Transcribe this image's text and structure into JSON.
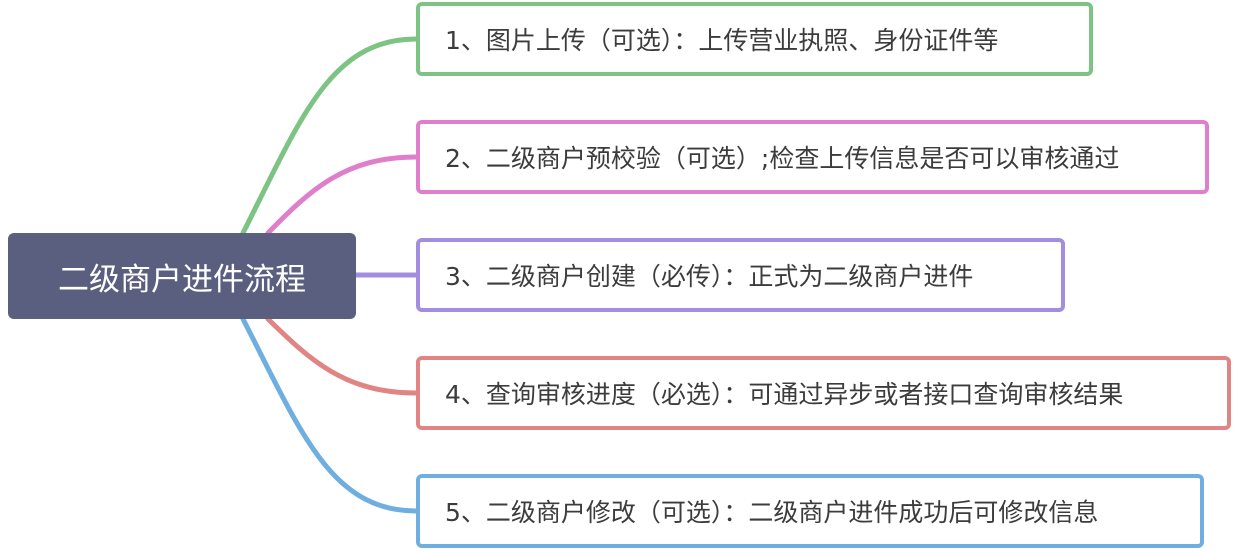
{
  "root": {
    "label": "二级商户进件流程",
    "color": "#5a5f80"
  },
  "branches": [
    {
      "label": "1、图片上传（可选）：上传营业执照、身份证件等",
      "color": "#7dc383"
    },
    {
      "label": "2、二级商户预校验（可选）;检查上传信息是否可以审核通过",
      "color": "#df7fcb"
    },
    {
      "label": "3、二级商户创建（必传）：正式为二级商户进件",
      "color": "#a38ddf"
    },
    {
      "label": "4、查询审核进度（必选）：可通过异步或者接口查询审核结果",
      "color": "#e08484"
    },
    {
      "label": "5、二级商户修改（可选）：二级商户进件成功后可修改信息",
      "color": "#6fafe0"
    }
  ]
}
